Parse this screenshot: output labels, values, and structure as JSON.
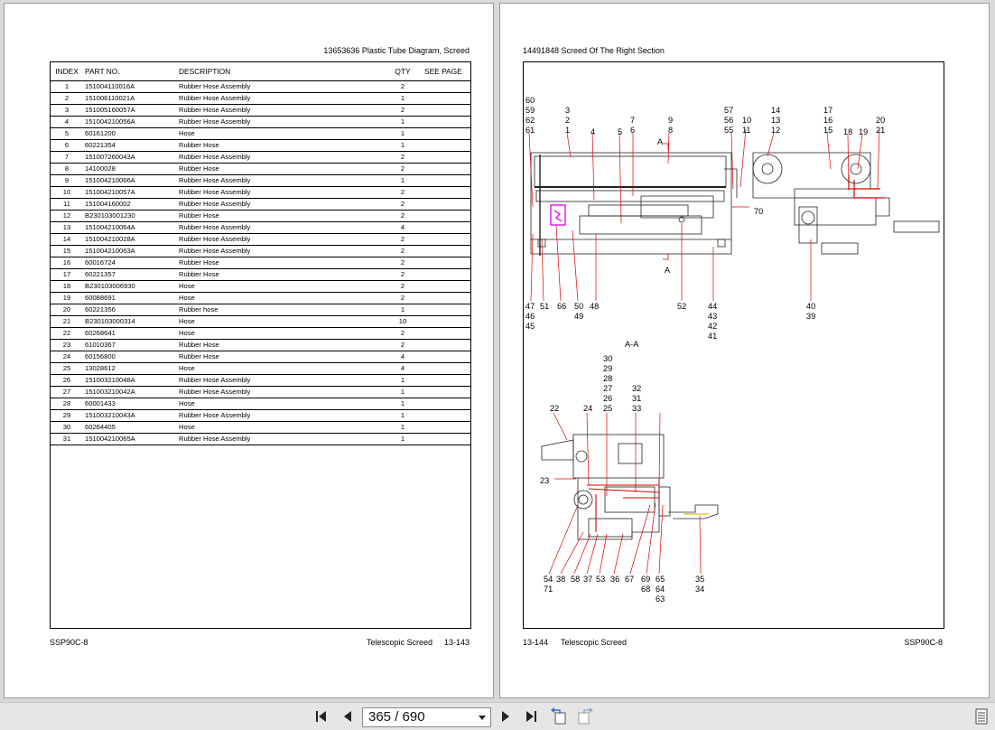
{
  "left_page": {
    "header": "13653636   Plastic Tube Diagram, Screed",
    "footer_left": "SSP90C-8",
    "footer_center": "Telescopic Screed",
    "footer_right": "13-143",
    "table": {
      "headers": {
        "index": "INDEX",
        "part_no": "PART NO.",
        "description": "DESCRIPTION",
        "qty": "QTY",
        "see_page": "SEE PAGE"
      },
      "rows": [
        {
          "index": "1",
          "part_no": "151004110016A",
          "description": "Rubber Hose Assembly",
          "qty": "2"
        },
        {
          "index": "2",
          "part_no": "151006110021A",
          "description": "Rubber Hose Assembly",
          "qty": "1"
        },
        {
          "index": "3",
          "part_no": "151005160057A",
          "description": "Rubber Hose Assembly",
          "qty": "2"
        },
        {
          "index": "4",
          "part_no": "151004210056A",
          "description": "Rubber Hose Assembly",
          "qty": "1"
        },
        {
          "index": "5",
          "part_no": "60161200",
          "description": "Hose",
          "qty": "1"
        },
        {
          "index": "6",
          "part_no": "60221354",
          "description": "Rubber Hose",
          "qty": "1"
        },
        {
          "index": "7",
          "part_no": "151007260043A",
          "description": "Rubber Hose Assembly",
          "qty": "2"
        },
        {
          "index": "8",
          "part_no": "14100028",
          "description": "Rubber Hose",
          "qty": "2"
        },
        {
          "index": "9",
          "part_no": "151004210066A",
          "description": "Rubber Hose Assembly",
          "qty": "1"
        },
        {
          "index": "10",
          "part_no": "151004210057A",
          "description": "Rubber Hose Assembly",
          "qty": "2"
        },
        {
          "index": "11",
          "part_no": "151004160002",
          "description": "Rubber Hose Assembly",
          "qty": "2"
        },
        {
          "index": "12",
          "part_no": "B230103001230",
          "description": "Rubber Hose",
          "qty": "2"
        },
        {
          "index": "13",
          "part_no": "151004210064A",
          "description": "Rubber Hose Assembly",
          "qty": "4"
        },
        {
          "index": "14",
          "part_no": "151004210028A",
          "description": "Rubber Hose Assembly",
          "qty": "2"
        },
        {
          "index": "15",
          "part_no": "151004210063A",
          "description": "Rubber Hose Assembly",
          "qty": "2"
        },
        {
          "index": "16",
          "part_no": "60016724",
          "description": "Rubber Hose",
          "qty": "2"
        },
        {
          "index": "17",
          "part_no": "60221357",
          "description": "Rubber Hose",
          "qty": "2"
        },
        {
          "index": "18",
          "part_no": "B230103006930",
          "description": "Hose",
          "qty": "2"
        },
        {
          "index": "19",
          "part_no": "60088691",
          "description": "Hose",
          "qty": "2"
        },
        {
          "index": "20",
          "part_no": "60221356",
          "description": "Rubber hose",
          "qty": "1"
        },
        {
          "index": "21",
          "part_no": "B230103000314",
          "description": "Hose",
          "qty": "10"
        },
        {
          "index": "22",
          "part_no": "60268641",
          "description": "Hose",
          "qty": "2"
        },
        {
          "index": "23",
          "part_no": "61010367",
          "description": "Rubber Hose",
          "qty": "2"
        },
        {
          "index": "24",
          "part_no": "60156800",
          "description": "Rubber Hose",
          "qty": "4"
        },
        {
          "index": "25",
          "part_no": "13028612",
          "description": "Hose",
          "qty": "4"
        },
        {
          "index": "26",
          "part_no": "151003210048A",
          "description": "Rubber Hose Assembly",
          "qty": "1"
        },
        {
          "index": "27",
          "part_no": "151003210042A",
          "description": "Rubber Hose Assembly",
          "qty": "1"
        },
        {
          "index": "28",
          "part_no": "60001433",
          "description": "Hose",
          "qty": "1"
        },
        {
          "index": "29",
          "part_no": "151003210043A",
          "description": "Rubber Hose Assembly",
          "qty": "1"
        },
        {
          "index": "30",
          "part_no": "60264405",
          "description": "Hose",
          "qty": "1"
        },
        {
          "index": "31",
          "part_no": "151004210065A",
          "description": "Rubber Hose Assembly",
          "qty": "1"
        }
      ]
    }
  },
  "right_page": {
    "header": "14491848   Screed Of The Right Section",
    "footer_left": "13-144",
    "footer_center": "Telescopic Screed",
    "footer_right": "SSP90C-8",
    "diagram": {
      "section_label": "A-A",
      "section_marker": "A",
      "callouts": [
        "60",
        "59",
        "62",
        "61",
        "3",
        "2",
        "1",
        "4",
        "5",
        "7",
        "6",
        "9",
        "8",
        "57",
        "56",
        "55",
        "10",
        "11",
        "14",
        "13",
        "12",
        "17",
        "16",
        "15",
        "18",
        "19",
        "20",
        "21",
        "70",
        "47",
        "46",
        "45",
        "51",
        "66",
        "50",
        "49",
        "48",
        "52",
        "44",
        "43",
        "42",
        "41",
        "40",
        "39",
        "30",
        "29",
        "28",
        "27",
        "26",
        "25",
        "32",
        "31",
        "33",
        "22",
        "24",
        "23",
        "54",
        "71",
        "38",
        "58",
        "37",
        "53",
        "36",
        "67",
        "69",
        "68",
        "65",
        "64",
        "63",
        "35",
        "34"
      ]
    }
  },
  "toolbar": {
    "page_indicator": "365 / 690",
    "icons": [
      "first-page-icon",
      "prev-page-icon",
      "next-page-icon",
      "last-page-icon",
      "back-view-icon",
      "forward-view-icon",
      "annotations-panel-icon"
    ]
  }
}
